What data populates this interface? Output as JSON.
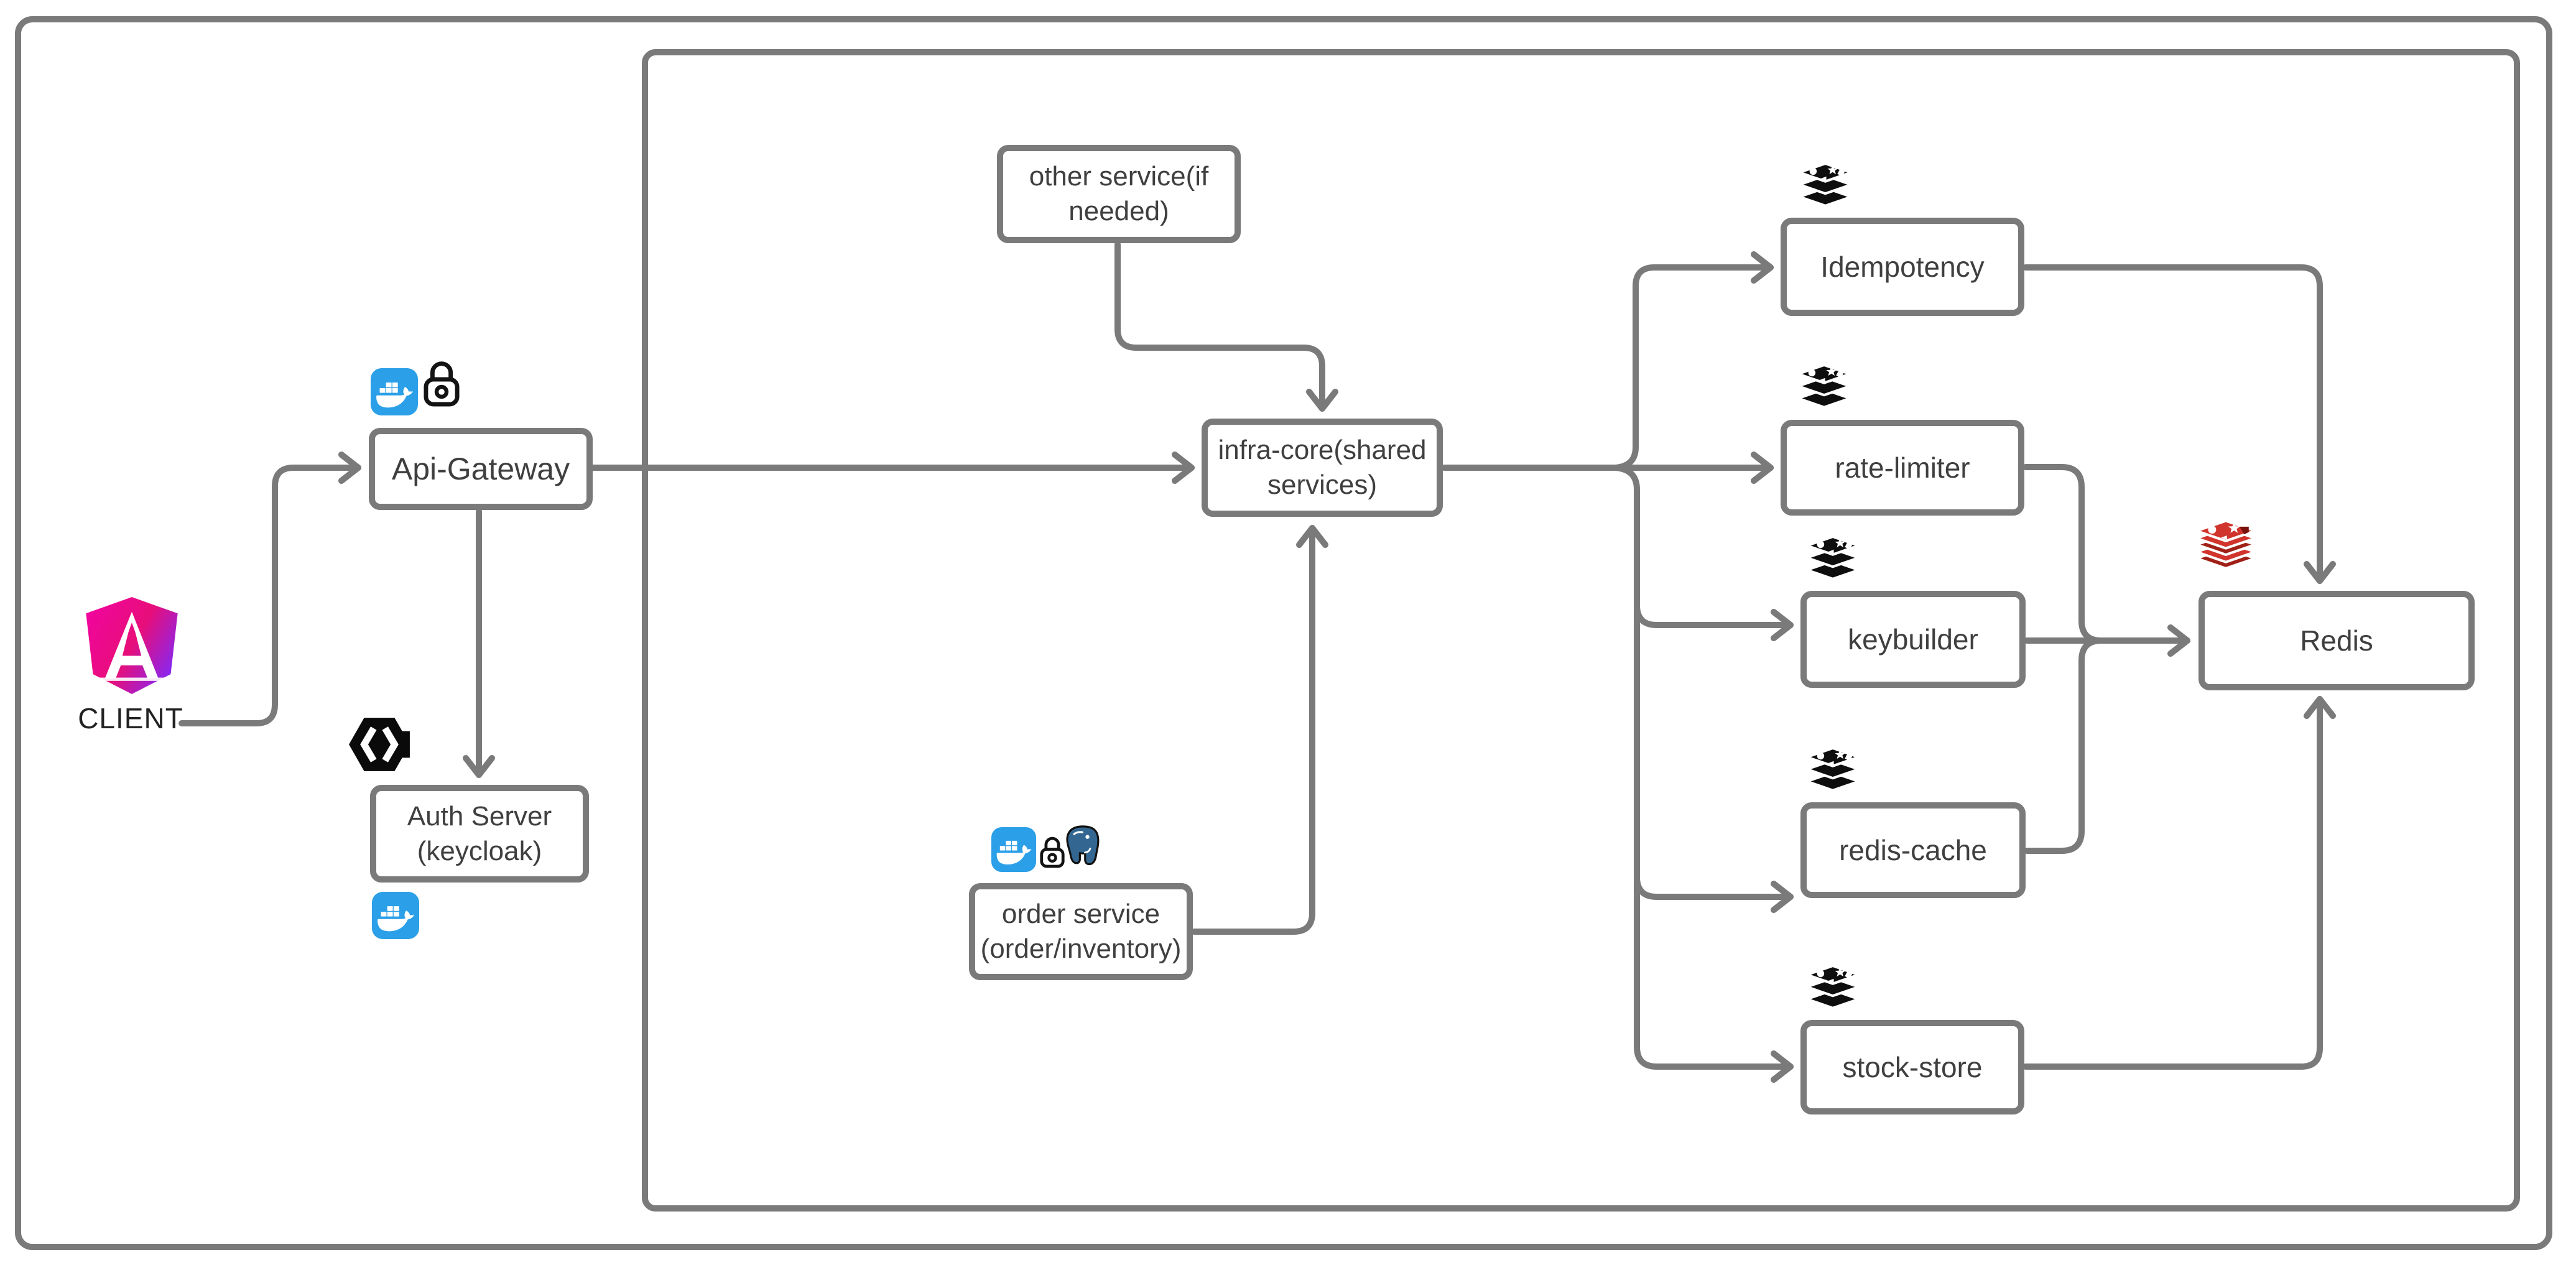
{
  "nodes": {
    "client": {
      "label": "CLIENT",
      "icons": [
        "angular"
      ]
    },
    "api_gateway": {
      "label": "Api-Gateway",
      "icons": [
        "docker",
        "lock"
      ]
    },
    "auth_server": {
      "label_line1": "Auth Server",
      "label_line2": "(keycloak)",
      "icons": [
        "keycloak",
        "docker"
      ]
    },
    "other_service": {
      "label_line1": "other service(if",
      "label_line2": "needed)",
      "icons": []
    },
    "infra_core": {
      "label_line1": "infra-core(shared",
      "label_line2": "services)",
      "icons": []
    },
    "order_service": {
      "label_line1": "order service",
      "label_line2": "(order/inventory)",
      "icons": [
        "docker",
        "lock",
        "postgresql"
      ]
    },
    "idempotency": {
      "label": "Idempotency",
      "icons": [
        "redis-black"
      ]
    },
    "rate_limiter": {
      "label": "rate-limiter",
      "icons": [
        "redis-black"
      ]
    },
    "keybuilder": {
      "label": "keybuilder",
      "icons": [
        "redis-black"
      ]
    },
    "redis_cache": {
      "label": "redis-cache",
      "icons": [
        "redis-black"
      ]
    },
    "stock_store": {
      "label": "stock-store",
      "icons": [
        "redis-black"
      ]
    },
    "redis": {
      "label": "Redis",
      "icons": [
        "redis-red"
      ]
    }
  },
  "edges": [
    {
      "from": "client",
      "to": "api_gateway"
    },
    {
      "from": "api_gateway",
      "to": "infra_core"
    },
    {
      "from": "api_gateway",
      "to": "auth_server"
    },
    {
      "from": "other_service",
      "to": "infra_core"
    },
    {
      "from": "order_service",
      "to": "infra_core"
    },
    {
      "from": "infra_core",
      "to": "idempotency"
    },
    {
      "from": "infra_core",
      "to": "rate_limiter"
    },
    {
      "from": "infra_core",
      "to": "keybuilder"
    },
    {
      "from": "infra_core",
      "to": "redis_cache"
    },
    {
      "from": "infra_core",
      "to": "stock_store"
    },
    {
      "from": "idempotency",
      "to": "redis"
    },
    {
      "from": "rate_limiter",
      "to": "redis"
    },
    {
      "from": "keybuilder",
      "to": "redis"
    },
    {
      "from": "redis_cache",
      "to": "redis"
    },
    {
      "from": "stock_store",
      "to": "redis"
    }
  ],
  "colors": {
    "line": "#7a7a7a",
    "text": "#3f3f3f",
    "docker_blue": "#2b9fe8",
    "redis_red": "#d0342c",
    "redis_red_dark": "#a02018",
    "postgres_blue": "#336791",
    "angular_pink": "#f0059d",
    "angular_purple": "#7b2bff",
    "icon_black": "#0e0e0e"
  }
}
